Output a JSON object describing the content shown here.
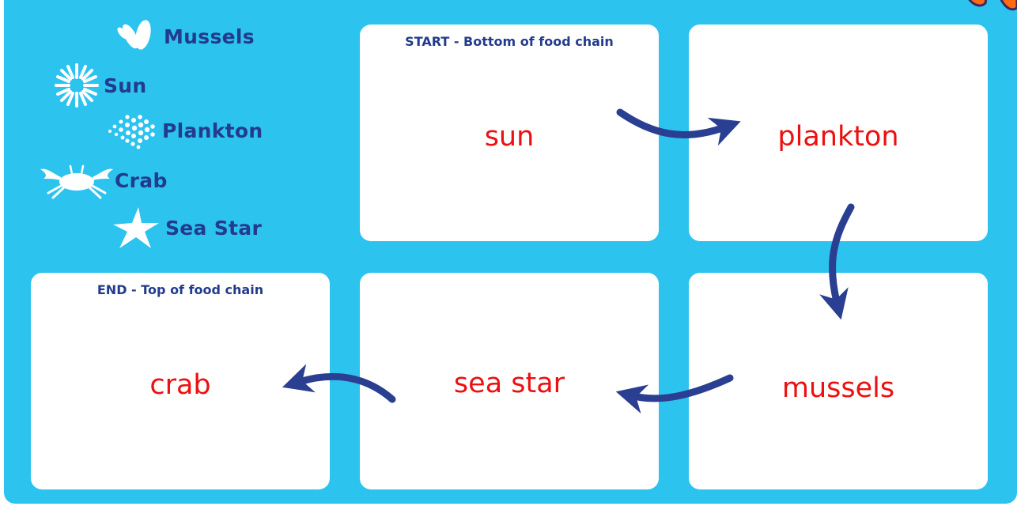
{
  "legend": [
    {
      "label": "Mussels",
      "icon": "mussel-shells-icon"
    },
    {
      "label": "Sun",
      "icon": "sun-icon"
    },
    {
      "label": "Plankton",
      "icon": "plankton-dots-icon"
    },
    {
      "label": "Crab",
      "icon": "crab-icon"
    },
    {
      "label": "Sea Star",
      "icon": "sea-star-icon"
    }
  ],
  "cards": [
    {
      "caption": "START - Bottom of food chain",
      "answer": "sun"
    },
    {
      "caption": "",
      "answer": "plankton"
    },
    {
      "caption": "",
      "answer": "mussels"
    },
    {
      "caption": "",
      "answer": "sea star"
    },
    {
      "caption": "END - Top of food chain",
      "answer": "crab"
    }
  ],
  "colors": {
    "background": "#2cc3ef",
    "card": "#ffffff",
    "label_text": "#233b8c",
    "answer_text": "#ec1010",
    "arrow": "#2a3f91",
    "decor": "#ff6a13"
  }
}
